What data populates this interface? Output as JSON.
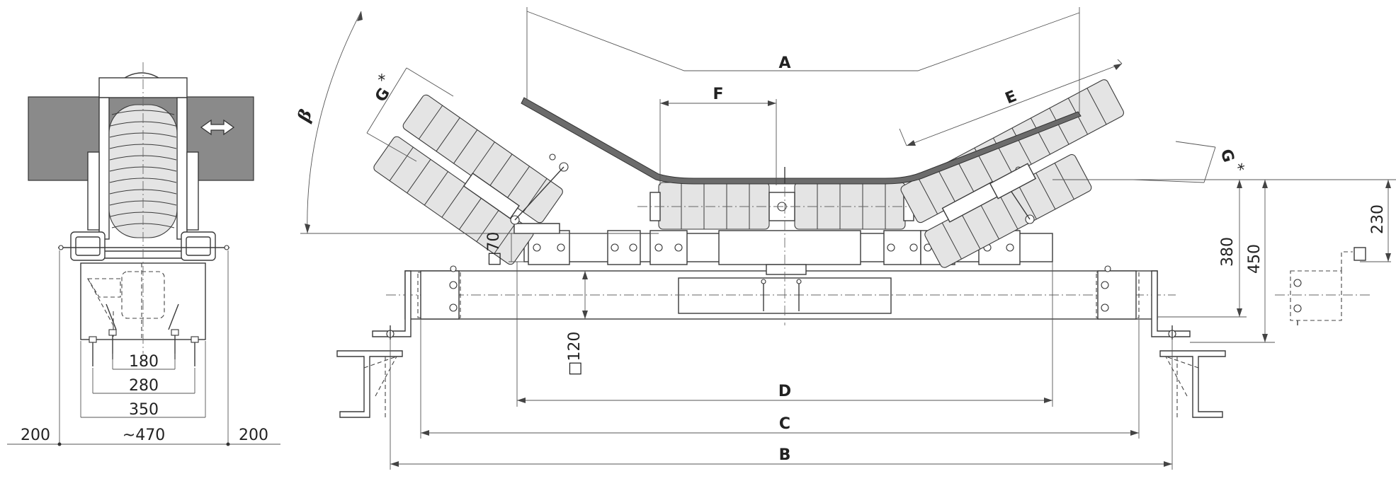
{
  "dimensions": {
    "side_view": {
      "inner_180": "180",
      "inner_280": "280",
      "inner_350": "350",
      "overall_470": "~470",
      "left_200": "200",
      "right_200": "200"
    },
    "front_view": {
      "A": "A",
      "B": "B",
      "C": "C",
      "D": "D",
      "E": "E",
      "F": "F",
      "G_left": "G",
      "G_right": "G",
      "G_mark": "*",
      "beta": "β",
      "frame_70": "□70",
      "beam_120": "□120",
      "h_380": "380",
      "h_450": "450",
      "h_230": "230"
    }
  }
}
